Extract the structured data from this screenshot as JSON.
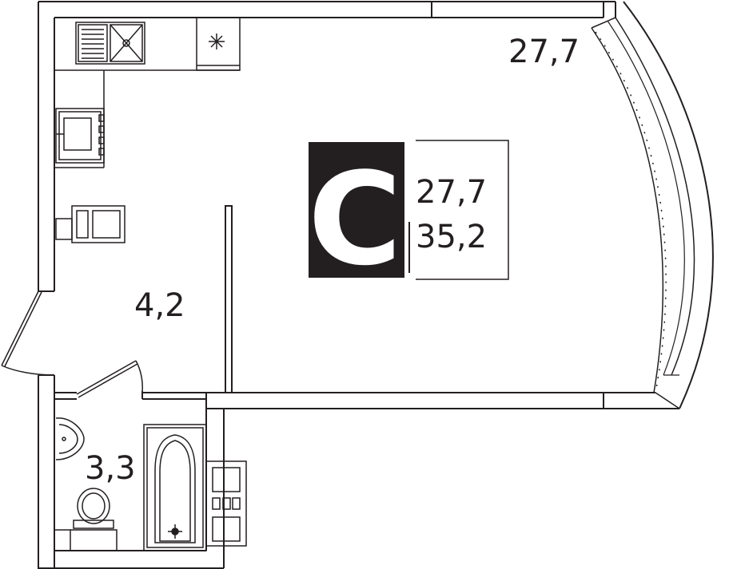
{
  "rooms": {
    "living": {
      "area": "27,7"
    },
    "hall": {
      "area": "4,2"
    },
    "bath": {
      "area": "3,3"
    }
  },
  "badge": {
    "letter": "С",
    "living_area": "27,7",
    "total_area": "35,2",
    "color": "#231f20"
  },
  "colors": {
    "wall": "#231f20",
    "background": "#ffffff"
  }
}
